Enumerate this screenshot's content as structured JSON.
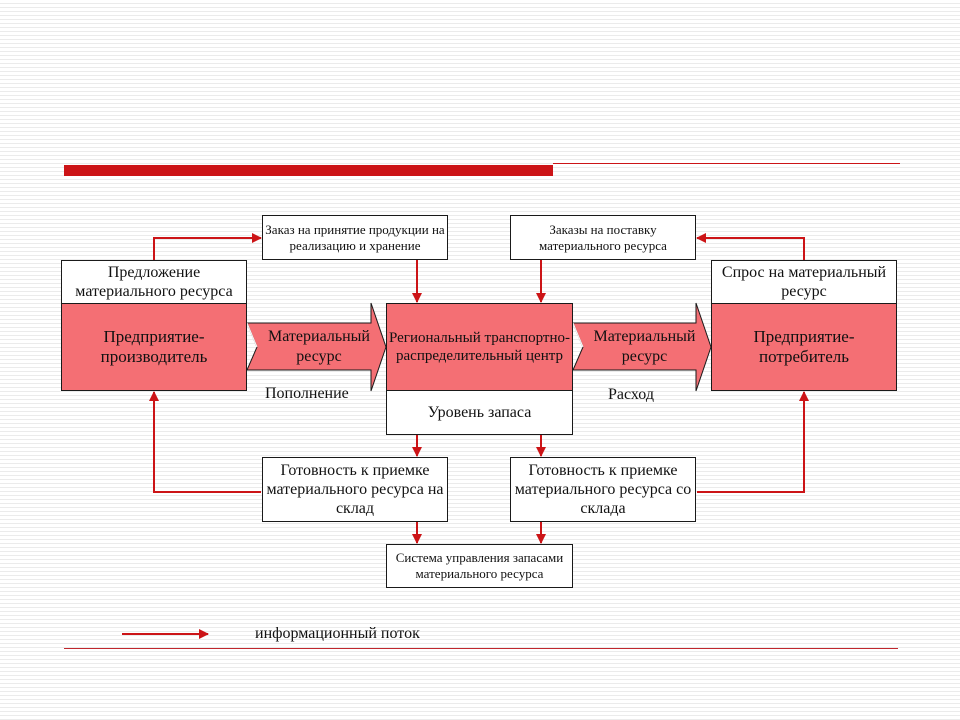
{
  "colors": {
    "accent_red": "#cc1417",
    "box_pink": "#f46f74",
    "line_dark": "#1a1a1a",
    "footer_line": "#c0272d"
  },
  "icons": {
    "flow_arrow": "red-arrow-icon",
    "material_arrow": "block-arrow-icon"
  },
  "diagram": {
    "order_accept": "Заказ на принятие продукции на реализацию и хранение",
    "order_supply": "Заказы на поставку материального ресурса",
    "offer_resource": "Предложение материального ресурса",
    "demand_resource": "Спрос на материальный ресурс",
    "producer": "Предприятие-производитель",
    "center": "Региональный транспортно-распределительный центр",
    "consumer": "Предприятие-потребитель",
    "stock_level": "Уровень запаса",
    "material_resource_left": "Материальный ресурс",
    "material_resource_right": "Материальный ресурс",
    "replenishment": "Пополнение",
    "consumption": "Расход",
    "ready_to_warehouse": "Готовность к приемке материального ресурса на склад",
    "ready_from_warehouse": "Готовность к приемке материального ресурса со склада",
    "inventory_system": "Система управления запасами материального ресурса"
  },
  "legend": {
    "info_flow": "информационный поток"
  }
}
